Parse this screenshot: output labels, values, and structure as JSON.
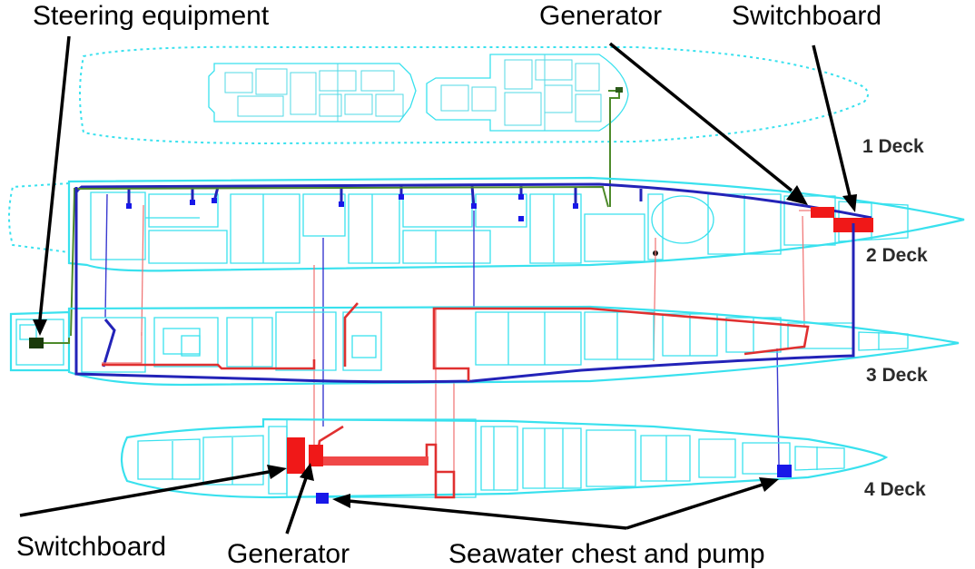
{
  "labels": {
    "steering": "Steering equipment",
    "generator_top": "Generator",
    "switchboard_top": "Switchboard",
    "switchboard_bottom": "Switchboard",
    "generator_bottom": "Generator",
    "seawater": "Seawater chest and pump"
  },
  "decks": {
    "deck1": "1 Deck",
    "deck2": "2 Deck",
    "deck3": "3 Deck",
    "deck4": "4 Deck"
  },
  "colors": {
    "hull_outline": "#39e1ee",
    "main_cable": "#2323b8",
    "power_cable": "#e03030",
    "control_cable": "#4d8a2a",
    "generator_switchboard": "#f01818",
    "seawater_pump": "#1818e8"
  }
}
